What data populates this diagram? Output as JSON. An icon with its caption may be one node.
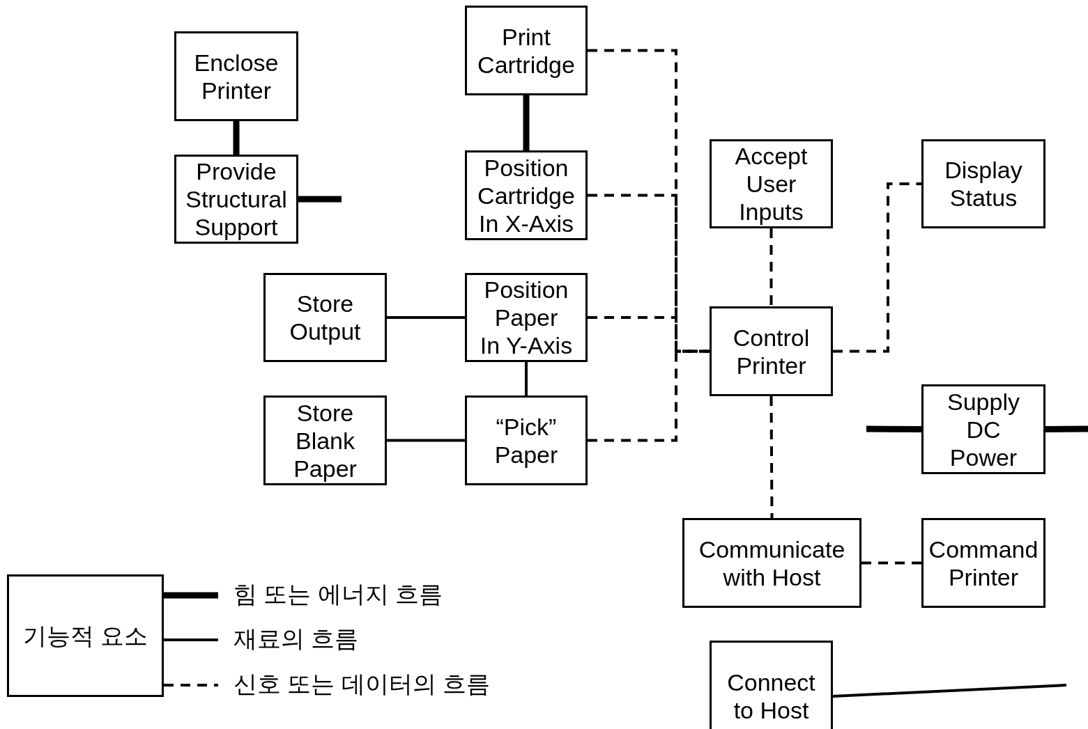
{
  "diagram": {
    "nodes": [
      {
        "text": [
          "Enclose Printer"
        ]
      },
      {
        "text": [
          "Provide Structural Support"
        ]
      },
      {
        "text": [
          "Print Cartridge"
        ]
      },
      {
        "text": [
          "Position Cartridge In X-Axis"
        ]
      },
      {
        "text": [
          "Store Output"
        ]
      },
      {
        "text": [
          "Position Paper In Y-Axis"
        ]
      },
      {
        "text": [
          "Store Blank Paper"
        ]
      },
      {
        "text": [
          "“Pick” Paper"
        ]
      },
      {
        "text": [
          "Accept User Inputs"
        ]
      },
      {
        "text": [
          "Display Status"
        ]
      },
      {
        "text": [
          "Control Printer"
        ]
      },
      {
        "text": [
          "Supply DC Power"
        ]
      },
      {
        "text": [
          "Communicate with Host"
        ]
      },
      {
        "text": [
          "Command Printer"
        ]
      },
      {
        "text": [
          "Connect to Host"
        ]
      },
      {
        "text": [
          "기능적 요소"
        ]
      }
    ],
    "edges": [
      {
        "from": 0,
        "to": 1,
        "arrow": "none",
        "style": "thick"
      },
      {
        "from": 1,
        "to": null,
        "arrow": "none",
        "style": "thick"
      },
      {
        "from": 2,
        "to": 3,
        "arrow": "none",
        "style": "thick"
      },
      {
        "from": 4,
        "to": 5,
        "arrow": "none"
      },
      {
        "from": 5,
        "to": 7,
        "arrow": "none"
      },
      {
        "from": 6,
        "to": 7,
        "arrow": "none"
      },
      {
        "from": 2,
        "to": 10,
        "arrow": "none",
        "style": "dashed"
      },
      {
        "from": 3,
        "to": 10,
        "arrow": "none",
        "style": "dashed"
      },
      {
        "from": 5,
        "to": 10,
        "arrow": "none",
        "style": "dashed"
      },
      {
        "from": 7,
        "to": 10,
        "arrow": "none",
        "style": "dashed"
      },
      {
        "from": 8,
        "to": 10,
        "arrow": "none",
        "style": "dashed"
      },
      {
        "from": 10,
        "to": 9,
        "arrow": "none",
        "style": "dashed"
      },
      {
        "from": 10,
        "to": 12,
        "arrow": "none",
        "style": "dashed"
      },
      {
        "from": 12,
        "to": 13,
        "arrow": "none",
        "style": "dashed"
      },
      {
        "from": null,
        "to": 11,
        "arrow": "none",
        "style": "thick"
      },
      {
        "from": 11,
        "to": null,
        "arrow": "none",
        "style": "thick"
      },
      {
        "from": 14,
        "to": null,
        "arrow": "none"
      }
    ],
    "legend": [
      {
        "text": "힘 또는 에너지 흐름"
      },
      {
        "text": "재료의 흐름"
      },
      {
        "text": "신호 또는 데이터의 흐름"
      }
    ]
  }
}
